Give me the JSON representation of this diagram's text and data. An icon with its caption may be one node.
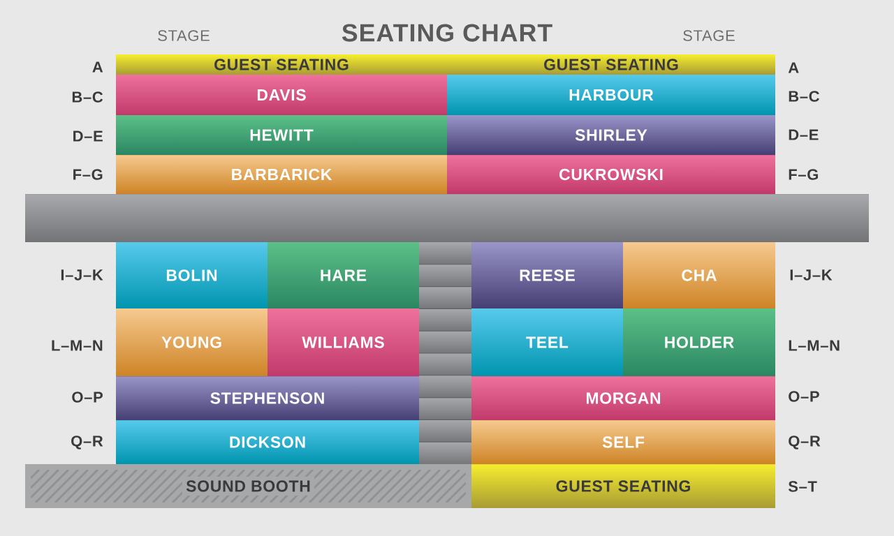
{
  "diagram": {
    "title": "SEATING CHART",
    "nodes": [
      {
        "text": [
          "GUEST SEATING"
        ]
      },
      {
        "text": [
          "GUEST SEATING"
        ]
      },
      {
        "text": [
          "DAVIS"
        ]
      },
      {
        "text": [
          "HARBOUR"
        ]
      },
      {
        "text": [
          "HEWITT"
        ]
      },
      {
        "text": [
          "SHIRLEY"
        ]
      },
      {
        "text": [
          "BARBARICK"
        ]
      },
      {
        "text": [
          "CUKROWSKI"
        ]
      },
      {
        "text": [],
        "shape": "bar"
      },
      {
        "text": [
          "BOLIN"
        ]
      },
      {
        "text": [
          "HARE"
        ]
      },
      {
        "text": [],
        "shape": "bar"
      },
      {
        "text": [
          "REESE"
        ]
      },
      {
        "text": [
          "CHA"
        ]
      },
      {
        "text": [
          "YOUNG"
        ]
      },
      {
        "text": [
          "WILLIAMS"
        ]
      },
      {
        "text": [
          "TEEL"
        ]
      },
      {
        "text": [
          "HOLDER"
        ]
      },
      {
        "text": [
          "STEPHENSON"
        ]
      },
      {
        "text": [
          "MORGAN"
        ]
      },
      {
        "text": [
          "DICKSON"
        ]
      },
      {
        "text": [
          "SELF"
        ]
      },
      {
        "text": [
          "SOUND BOOTH"
        ]
      },
      {
        "text": [
          "GUEST SEATING"
        ]
      }
    ],
    "labels": [
      "STAGE",
      "STAGE",
      "A",
      "A",
      "B–C",
      "B–C",
      "D–E",
      "D–E",
      "F–G",
      "F–G",
      "I–J–K",
      "I–J–K",
      "L–M–N",
      "L–M–N",
      "O–P",
      "O–P",
      "Q–R",
      "Q–R",
      "S–T"
    ]
  }
}
